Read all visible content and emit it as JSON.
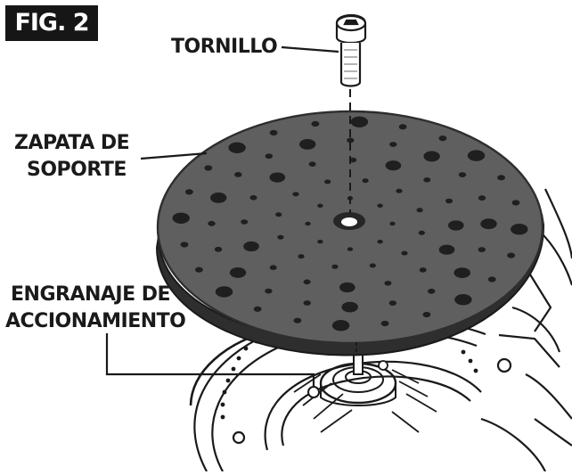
{
  "figure_label": "FIG. 2",
  "labels": {
    "screw": "TORNILLO",
    "backing_pad_line1": "ZAPATA DE",
    "backing_pad_line2": "SOPORTE",
    "drive_gear_line1": "ENGRANAJE DE",
    "drive_gear_line2": "ACCIONAMIENTO"
  },
  "colors": {
    "pad_fill": "#5f5f5f",
    "pad_edge": "#2e2e2e",
    "ink": "#1a1a1a",
    "badge": "#161616"
  }
}
